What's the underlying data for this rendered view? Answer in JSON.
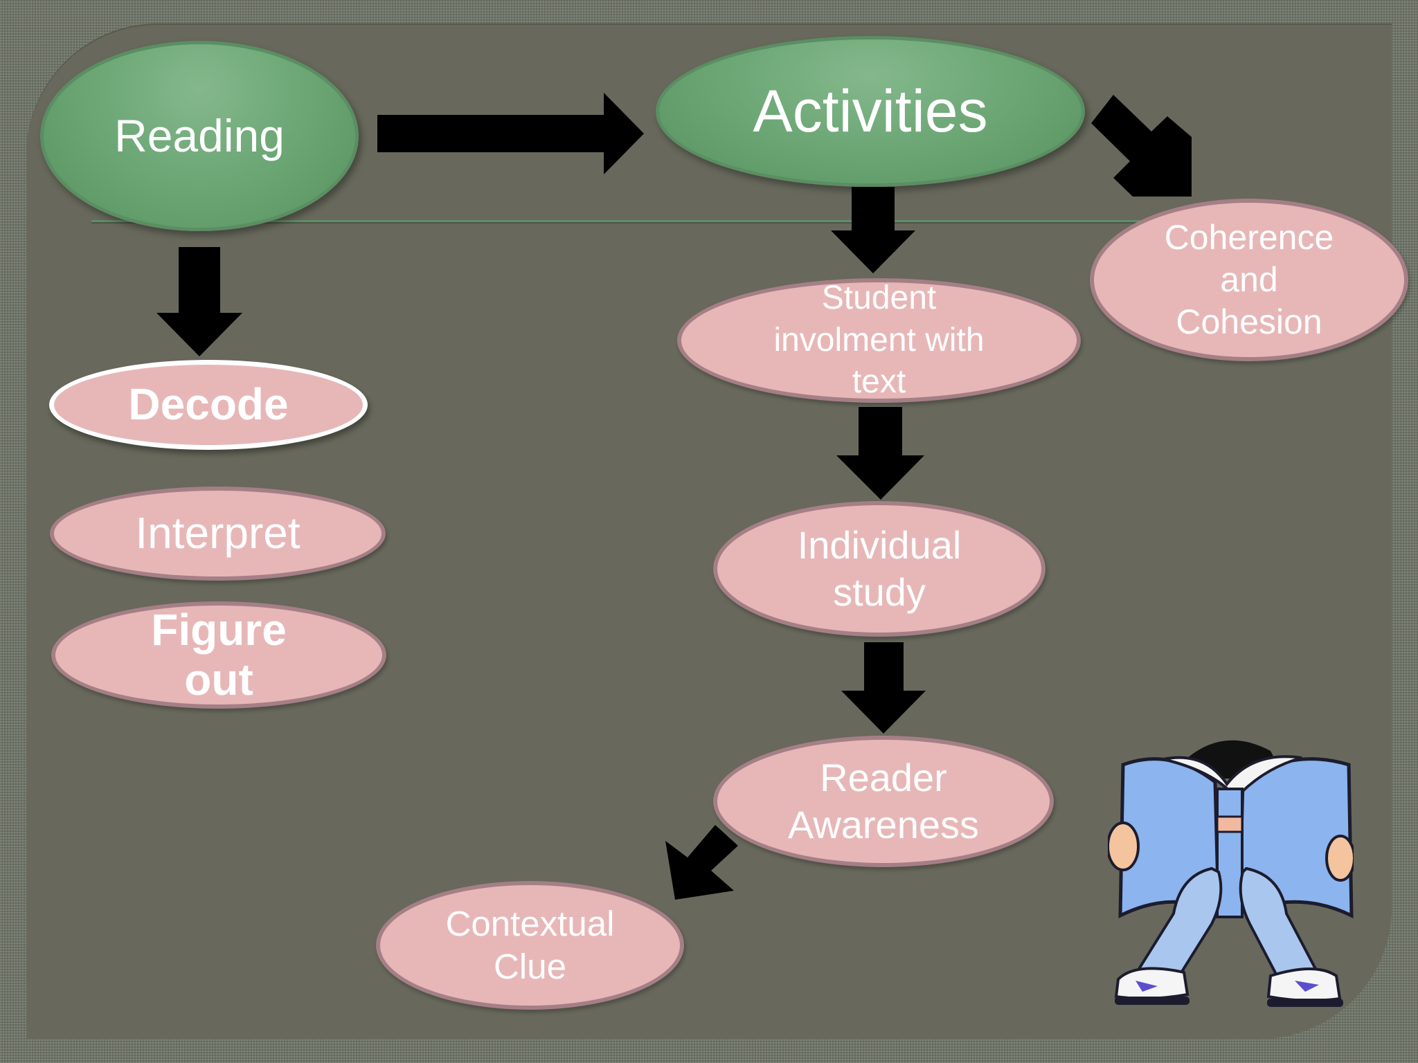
{
  "diagram": {
    "nodes": {
      "reading": "Reading",
      "activities": "Activities",
      "decode": "Decode",
      "interpret": "Interpret",
      "figure_out": [
        "Figure",
        "out"
      ],
      "student_involvement": [
        "Student",
        "involment with",
        "text"
      ],
      "coherence": [
        "Coherence",
        "and",
        "Cohesion"
      ],
      "individual_study": [
        "Individual",
        "study"
      ],
      "reader_awareness": [
        "Reader",
        "Awareness"
      ],
      "contextual_clue": [
        "Contextual",
        "Clue"
      ]
    },
    "edges": [
      [
        "Reading",
        "Activities"
      ],
      [
        "Reading",
        "Decode"
      ],
      [
        "Activities",
        "Student involment with text"
      ],
      [
        "Activities",
        "Coherence and Cohesion"
      ],
      [
        "Student involment with text",
        "Individual study"
      ],
      [
        "Individual study",
        "Reader Awareness"
      ],
      [
        "Reader Awareness",
        "Contextual Clue"
      ]
    ],
    "colors": {
      "background": "#68695c",
      "green_node": "#69a472",
      "pink_node": "#e7b7b8",
      "pink_border": "#a57f86",
      "arrow": "#000000"
    },
    "clipart": "child-reading-book-illustration"
  }
}
